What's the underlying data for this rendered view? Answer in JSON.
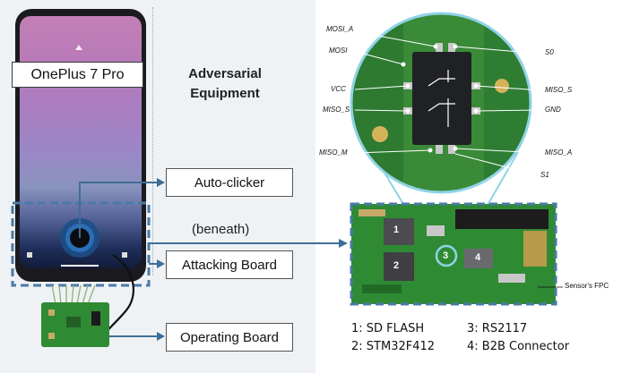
{
  "phone": {
    "model_label": "OnePlus 7 Pro"
  },
  "heading": {
    "line1": "Adversarial",
    "line2": "Equipment"
  },
  "labels": {
    "auto_clicker": "Auto-clicker",
    "beneath": "(beneath)",
    "attacking_board": "Attacking Board",
    "operating_board": "Operating Board"
  },
  "board": {
    "chip_markers": [
      "1",
      "2",
      "3",
      "4"
    ],
    "sensor_fpc": "Sensor's FPC"
  },
  "zoom_signals": {
    "mosi_a": "MOSI_A",
    "mosi": "MOSI",
    "vcc": "VCC",
    "miso_s_left": "MISO_S",
    "miso_m": "MISO_M",
    "s0": "S0",
    "miso_s_right": "MISO_S",
    "gnd": "GND",
    "miso_a": "MISO_A",
    "s1": "S1"
  },
  "legend": {
    "item1": "1: SD FLASH",
    "item2": "2: STM32F412",
    "item3": "3: RS2117",
    "item4": "4: B2B Connector"
  },
  "colors": {
    "accent_blue": "#3f6e96",
    "dashed_outline": "#4a7aa6",
    "pcb_green": "#2f8a34",
    "zoom_ring": "#8fd3e6"
  }
}
